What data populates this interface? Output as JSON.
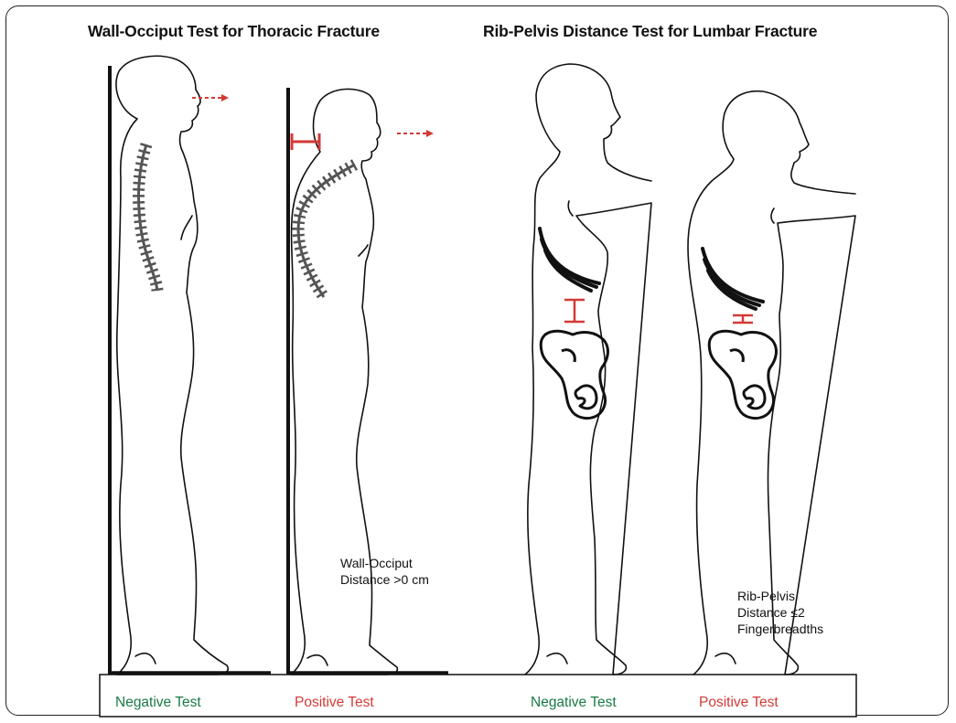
{
  "titles": {
    "thoracic": "Wall-Occiput Test for Thoracic Fracture",
    "lumbar": "Rib-Pelvis Distance Test for Lumbar Fracture"
  },
  "annotations": {
    "wall_occiput_line1": "Wall-Occiput",
    "wall_occiput_line2": "Distance >0 cm",
    "rib_pelvis_line1": "Rib-Pelvis",
    "rib_pelvis_line2": "Distance ≤2",
    "rib_pelvis_line3": "Fingerbreadths"
  },
  "results": {
    "figure1": "Negative Test",
    "figure2": "Positive Test",
    "figure3": "Negative Test",
    "figure4": "Positive Test"
  },
  "colors": {
    "negative": "#1a7a45",
    "positive": "#d23a36",
    "outline": "#111111",
    "spine": "#555555"
  },
  "icons": {
    "figures": [
      "standing-figure-upright",
      "standing-figure-kyphotic",
      "standing-figure-arms-forward",
      "standing-figure-arms-forward-kyphotic"
    ]
  }
}
